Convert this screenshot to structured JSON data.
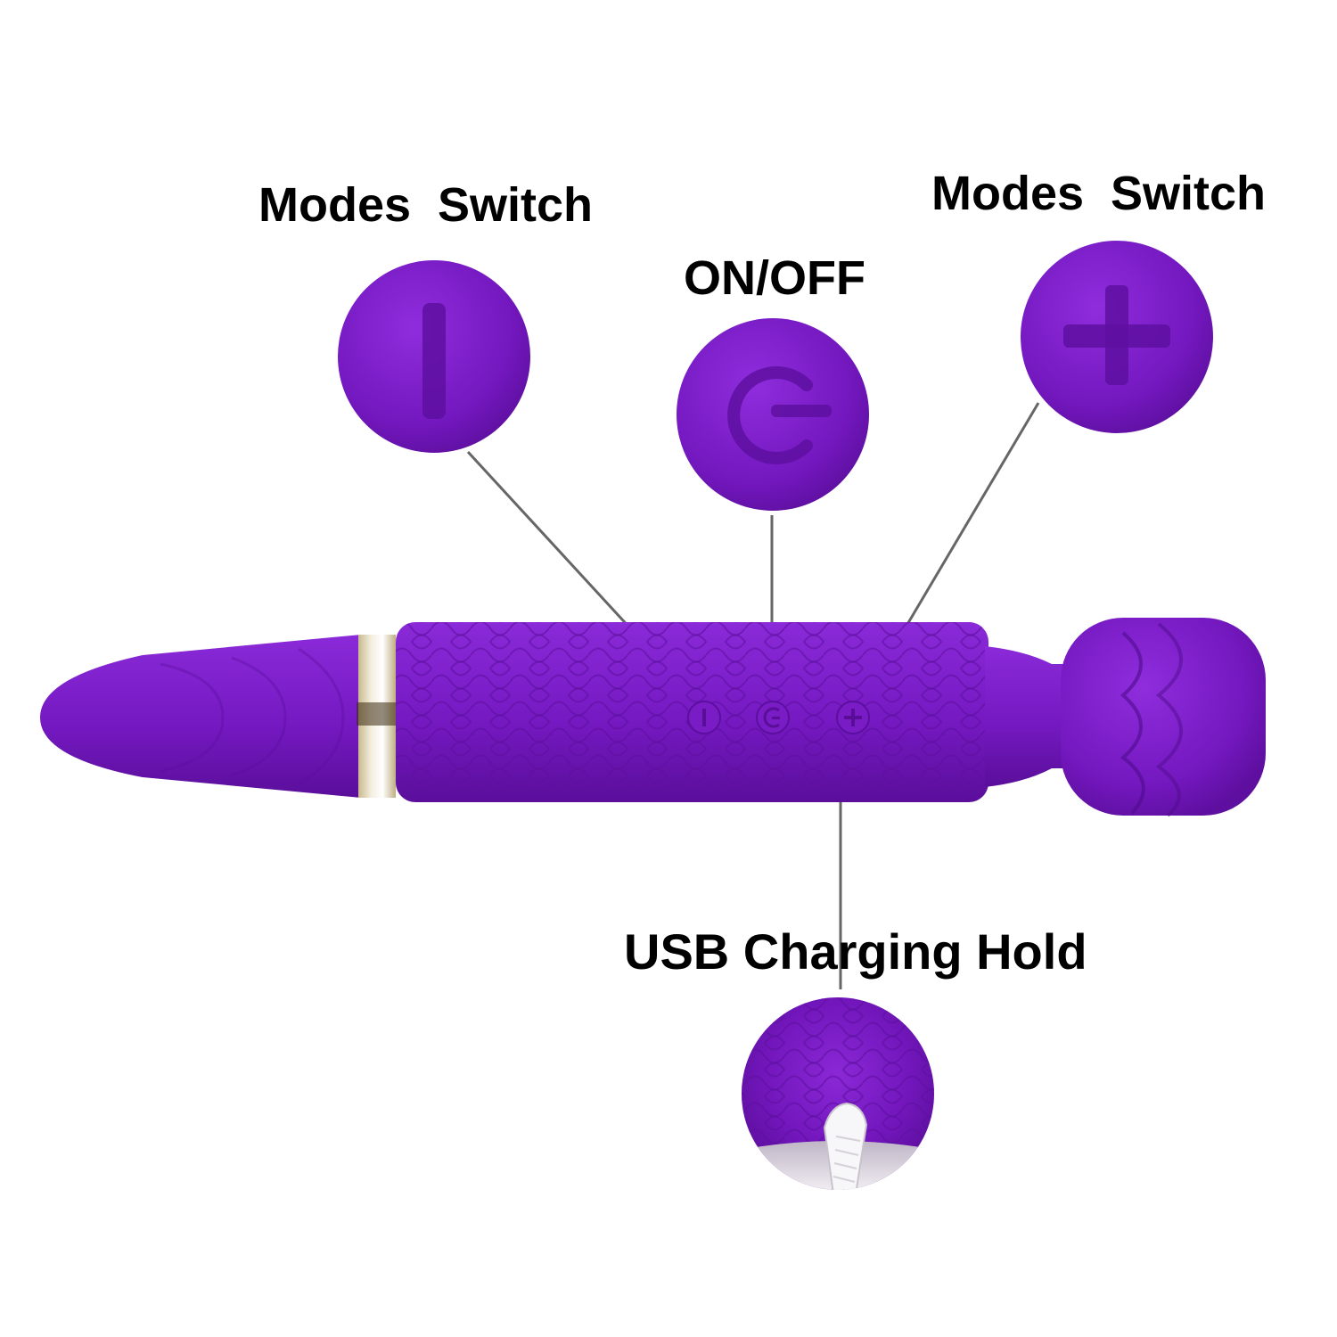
{
  "labels": {
    "mode_left": "Modes  Switch",
    "on_off": "ON/OFF",
    "mode_right": "Modes  Switch",
    "usb": "USB Charging Hold"
  },
  "icons": {
    "left_button": "minus-bar-icon",
    "center_button": "power-icon",
    "right_button": "plus-icon",
    "usb_port": "usb-cable-icon"
  },
  "colors": {
    "product_purple": "#7b1fc7",
    "callout_line": "#666666",
    "label_text": "#000000",
    "band_gold": "#d9cfb0"
  }
}
